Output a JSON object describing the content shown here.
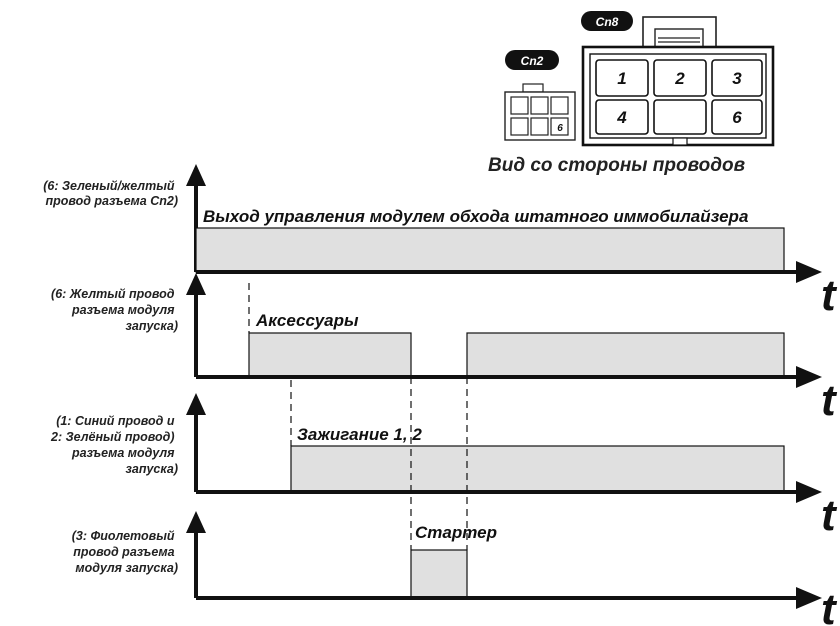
{
  "connectors": {
    "cn2": {
      "badge": "Cn2",
      "pin_label": "6"
    },
    "cn8": {
      "badge": "Cn8",
      "pins": [
        "1",
        "2",
        "3",
        "4",
        "6"
      ]
    },
    "caption": "Вид со стороны проводов"
  },
  "timeline": {
    "axis_symbol": "t",
    "rows": [
      {
        "label_lines": [
          "(6: Зеленый/желтый",
          "провод разъема Cn2)"
        ],
        "signal": "Выход управления модулем обхода штатного иммобилайзера"
      },
      {
        "label_lines": [
          "(6: Желтый провод",
          "разъема модуля",
          "запуска)"
        ],
        "signal": "Аксессуары"
      },
      {
        "label_lines": [
          "(1: Синий провод и",
          "2: Зелёный провод)",
          "разъема модуля",
          "запуска)"
        ],
        "signal": "Зажигание 1, 2"
      },
      {
        "label_lines": [
          "(3: Фиолетовый",
          "провод разъема",
          "модуля запуска)"
        ],
        "signal": "Стартер"
      }
    ]
  },
  "colors": {
    "line": "#111111",
    "pulse_fill": "#e0e0e0",
    "badge": "#111111"
  }
}
